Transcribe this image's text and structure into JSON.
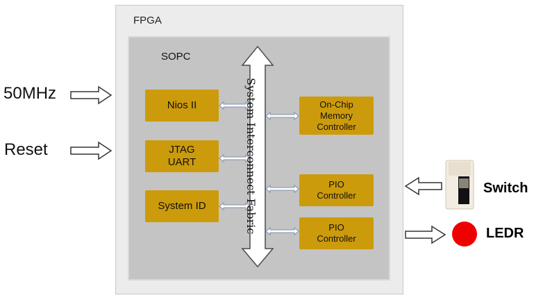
{
  "fpga": {
    "title": "FPGA"
  },
  "sopc": {
    "title": "SOPC"
  },
  "bus": {
    "label": "System Interconnect Fabric"
  },
  "blocks": {
    "nios": "Nios II",
    "jtag": "JTAG\nUART",
    "sysid": "System ID",
    "onchip": "On-Chip\nMemory\nController",
    "pio1": "PIO\nController",
    "pio2": "PIO\nController"
  },
  "external": {
    "clock": "50MHz",
    "reset": "Reset",
    "switch": "Switch",
    "ledr": "LEDR"
  },
  "colors": {
    "block_fill": "#cc9b0b",
    "sopc_fill": "#c4c4c4",
    "fpga_fill": "#ececec",
    "led": "#ee0000"
  }
}
